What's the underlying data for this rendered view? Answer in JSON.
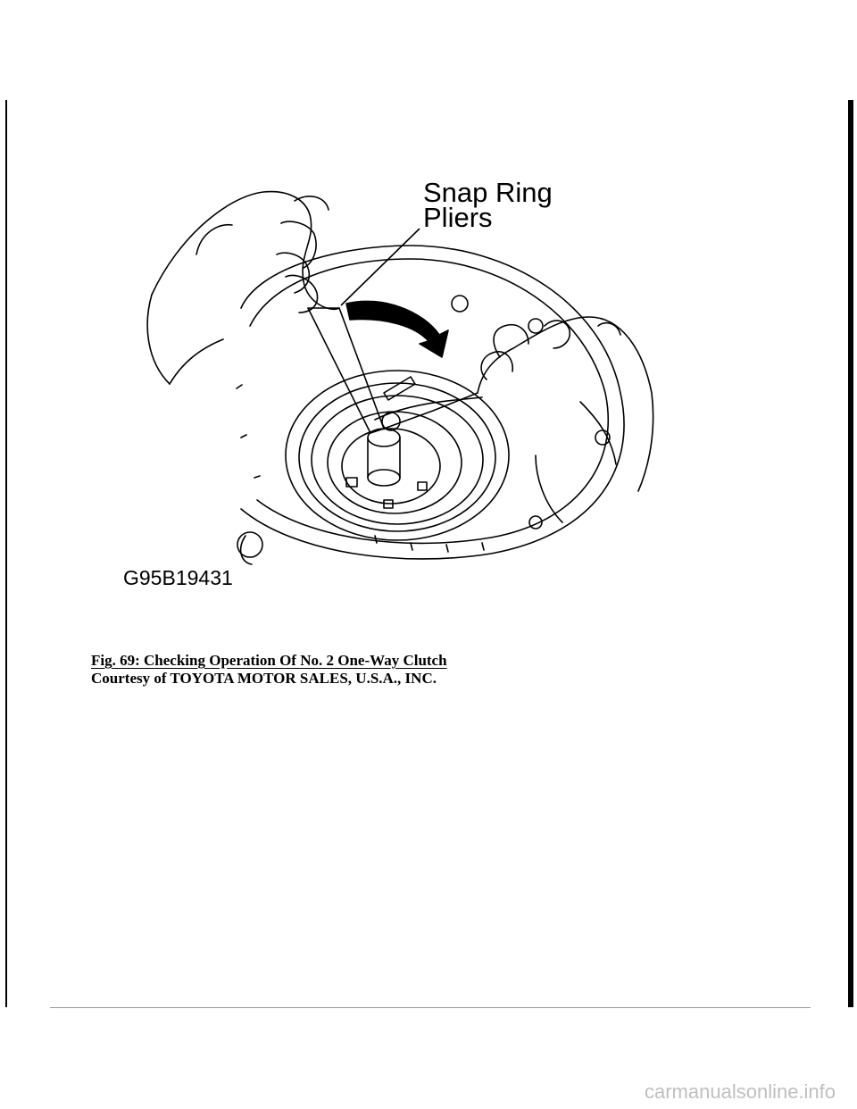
{
  "figure": {
    "callout_line1": "Snap Ring",
    "callout_line2": "Pliers",
    "figure_code": "G95B19431"
  },
  "caption": {
    "title": "Fig. 69: Checking Operation Of No. 2 One-Way Clutch",
    "credit": "Courtesy of TOYOTA MOTOR SALES, U.S.A., INC."
  },
  "watermark": "carmanualsonline.info"
}
